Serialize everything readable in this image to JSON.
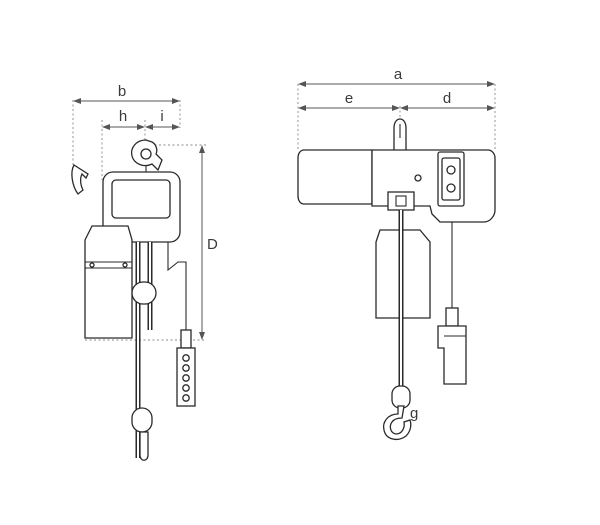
{
  "labels": {
    "a": "a",
    "b": "b",
    "d": "d",
    "e": "e",
    "g": "g",
    "h": "h",
    "i": "i",
    "D": "D"
  }
}
